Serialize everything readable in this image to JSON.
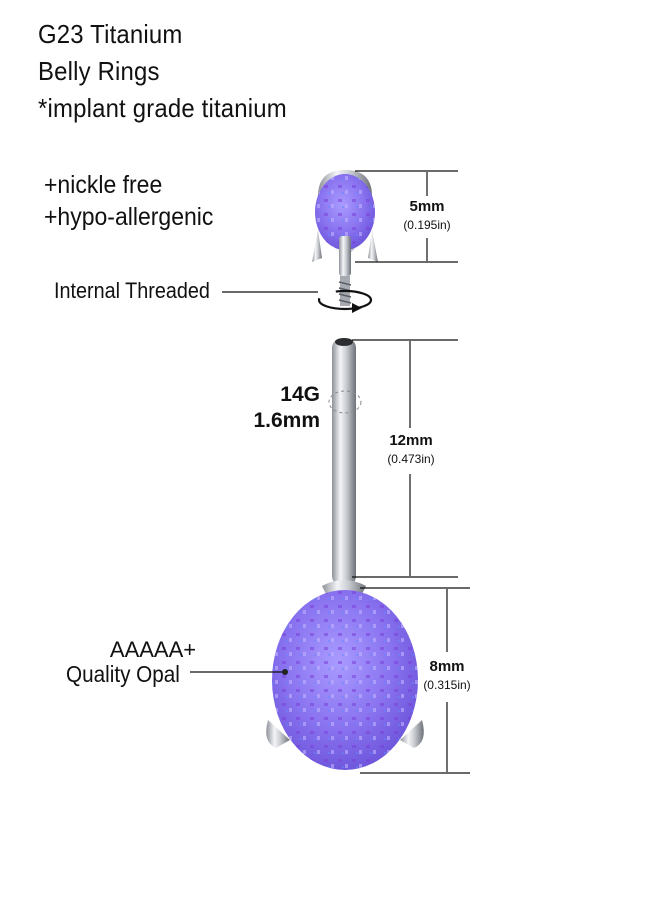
{
  "title": {
    "line1": "G23 Titanium",
    "line2": "Belly Rings",
    "line3": "*implant grade titanium"
  },
  "features": {
    "nickel": "+nickle free",
    "hypo": "+hypo-allergenic"
  },
  "callouts": {
    "threaded": "Internal Threaded",
    "opal_line1": "AAAAA+",
    "opal_line2": "Quality Opal"
  },
  "gauge": {
    "line1": "14G",
    "line2": "1.6mm"
  },
  "dimensions": {
    "top_ball": {
      "mm": "5mm",
      "in": "(0.195in)"
    },
    "bar": {
      "mm": "12mm",
      "in": "(0.473in)"
    },
    "bottom_gem": {
      "mm": "8mm",
      "in": "(0.315in)"
    }
  },
  "colors": {
    "opal_base": "#8a74f0",
    "opal_dark": "#7a3fd8",
    "opal_light": "#b8a8ff",
    "metal": "#c9ccd1",
    "metal_dark": "#6d7178"
  },
  "icons": {
    "rotation": "rotation-arrow-icon"
  }
}
